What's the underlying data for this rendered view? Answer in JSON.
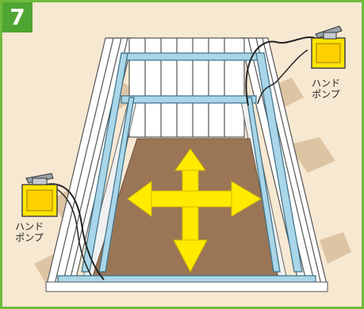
{
  "step": {
    "number": "7"
  },
  "labels": {
    "pump_right": {
      "line1": "ハンド",
      "line2": "ポンプ"
    },
    "pump_left": {
      "line1": "ハンド",
      "line2": "ポンプ"
    }
  },
  "colors": {
    "frame_border": "#6fbb3a",
    "badge": "#4fa531",
    "background": "#f7e8d2",
    "soil": "#9a7656",
    "arrows": "#ffeb00",
    "struts": "#a9d6e8",
    "sheet_panels": "#ffffff",
    "pump_body": "#ffe400"
  },
  "icons": {
    "pump_right": "hand-pump-icon",
    "pump_left": "hand-pump-icon",
    "arrows": "four-way-arrow-icon"
  }
}
